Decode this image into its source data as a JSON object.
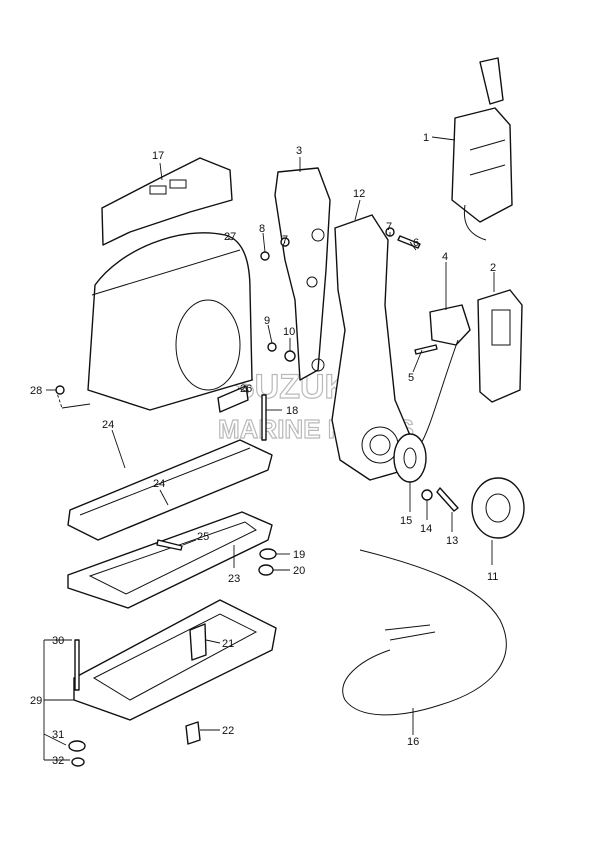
{
  "watermark": {
    "brand": "SUZUKI",
    "sub": "MARINE PARTS"
  },
  "callouts": {
    "p1": "1",
    "p2": "2",
    "p3": "3",
    "p4": "4",
    "p5": "5",
    "p6": "6",
    "p7a": "7",
    "p7b": "7",
    "p8": "8",
    "p9": "9",
    "p10": "10",
    "p11": "11",
    "p12": "12",
    "p13": "13",
    "p14": "14",
    "p15": "15",
    "p16": "16",
    "p17": "17",
    "p18": "18",
    "p19": "19",
    "p20": "20",
    "p21": "21",
    "p22": "22",
    "p23": "23",
    "p24a": "24",
    "p24b": "24",
    "p25": "25",
    "p26": "26",
    "p27": "27",
    "p28": "28",
    "p29": "29",
    "p30": "30",
    "p31": "31",
    "p32": "32"
  }
}
